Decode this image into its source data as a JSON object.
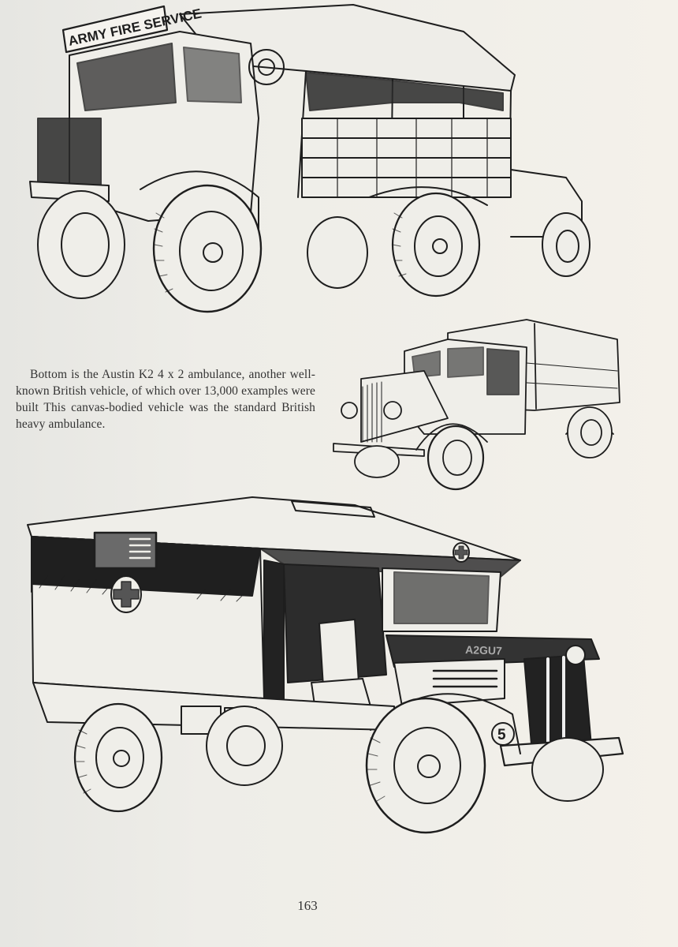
{
  "page": {
    "type": "scanned-book-page",
    "page_number": "163",
    "paper_color": "#eeede8",
    "ink_color": "#1e1e1e"
  },
  "illustrations": [
    {
      "id": "fire-truck",
      "subject": "Army fire service truck (4x4 tender with canvas tilt)",
      "sign_text": "ARMY FIRE SERVICE"
    },
    {
      "id": "ambulance-k2",
      "subject": "Austin K2 4 x 2 canvas-bodied ambulance (side-front view)"
    },
    {
      "id": "ambulance-large",
      "subject": "Austin K2 ambulance, cutaway view with open cab",
      "wheel_number": "5"
    }
  ],
  "caption": {
    "text": "Bottom is the Austin K2 4 x 2 ambulance, another well-known British vehicle, of which over 13,000 examples were built This canvas-bodied vehicle was the standard British heavy ambulance."
  }
}
